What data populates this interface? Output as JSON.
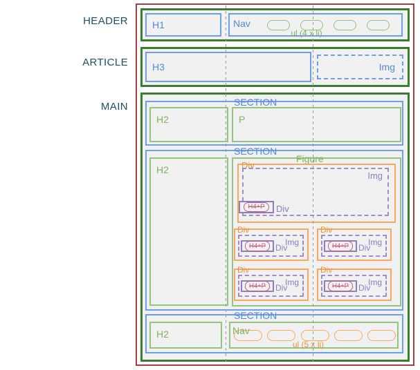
{
  "side_labels": [
    "HEADER",
    "ARTICLE",
    "MAIN"
  ],
  "header": {
    "h1_label": "H1",
    "nav_label": "Nav",
    "nav_list_note": "ul (4 x li)",
    "nav_item_count": 4
  },
  "article": {
    "h3_label": "H3",
    "img_label": "Img"
  },
  "main": {
    "section1": {
      "tag": "SECTION",
      "h2_label": "H2",
      "p_label": "P"
    },
    "section2": {
      "tag": "SECTION",
      "h2_label": "H2",
      "figure_label": "Figure",
      "hero_card": {
        "div_label": "Div",
        "img_label": "Img",
        "inner_div_label": "Div",
        "pill_label": "H4+P"
      },
      "cards": [
        {
          "div_label": "Div",
          "img_label": "Img",
          "inner_div_label": "Div",
          "pill_label": "H4+P"
        },
        {
          "div_label": "Div",
          "img_label": "Img",
          "inner_div_label": "Div",
          "pill_label": "H4+P"
        },
        {
          "div_label": "Div",
          "img_label": "Img",
          "inner_div_label": "Div",
          "pill_label": "H4+P"
        },
        {
          "div_label": "Div",
          "img_label": "Img",
          "inner_div_label": "Div",
          "pill_label": "H4+P"
        }
      ]
    },
    "section3": {
      "tag": "SECTION",
      "h2_label": "H2",
      "nav_label": "Nav",
      "nav_list_note": "ul (5 x li)",
      "nav_item_count": 5
    }
  },
  "colors": {
    "frame_red": "#a83c3c",
    "outer_green": "#3a7d2c",
    "inner_green": "#93c47d",
    "blue": "#6d9eeb",
    "orange": "#f6a95c",
    "purple": "#8e7cc3",
    "pink": "#c2607b",
    "side_label_text": "#1f4e63",
    "guide_gray": "#999999",
    "box_fill": "#f1f1f2"
  }
}
